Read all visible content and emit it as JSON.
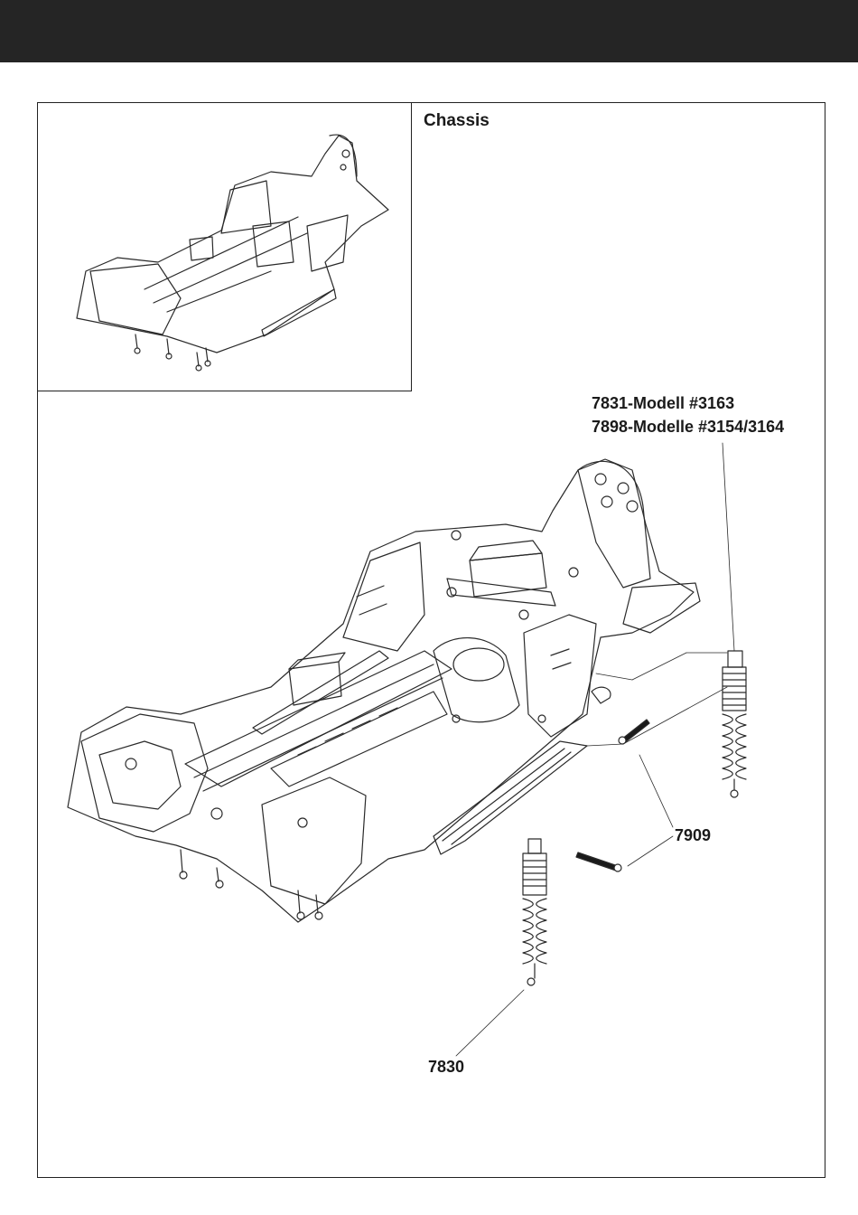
{
  "header": {
    "bar_color": "#252525"
  },
  "section_title": "Chassis",
  "callouts": {
    "rear_shock_line1": "7831-Modell #3163",
    "rear_shock_line2": "7898-Modelle #3154/3164",
    "screw": "7909",
    "front_shock": "7830"
  },
  "icons": {
    "inset": "chassis-overview-illustration",
    "main": "chassis-exploded-illustration"
  }
}
